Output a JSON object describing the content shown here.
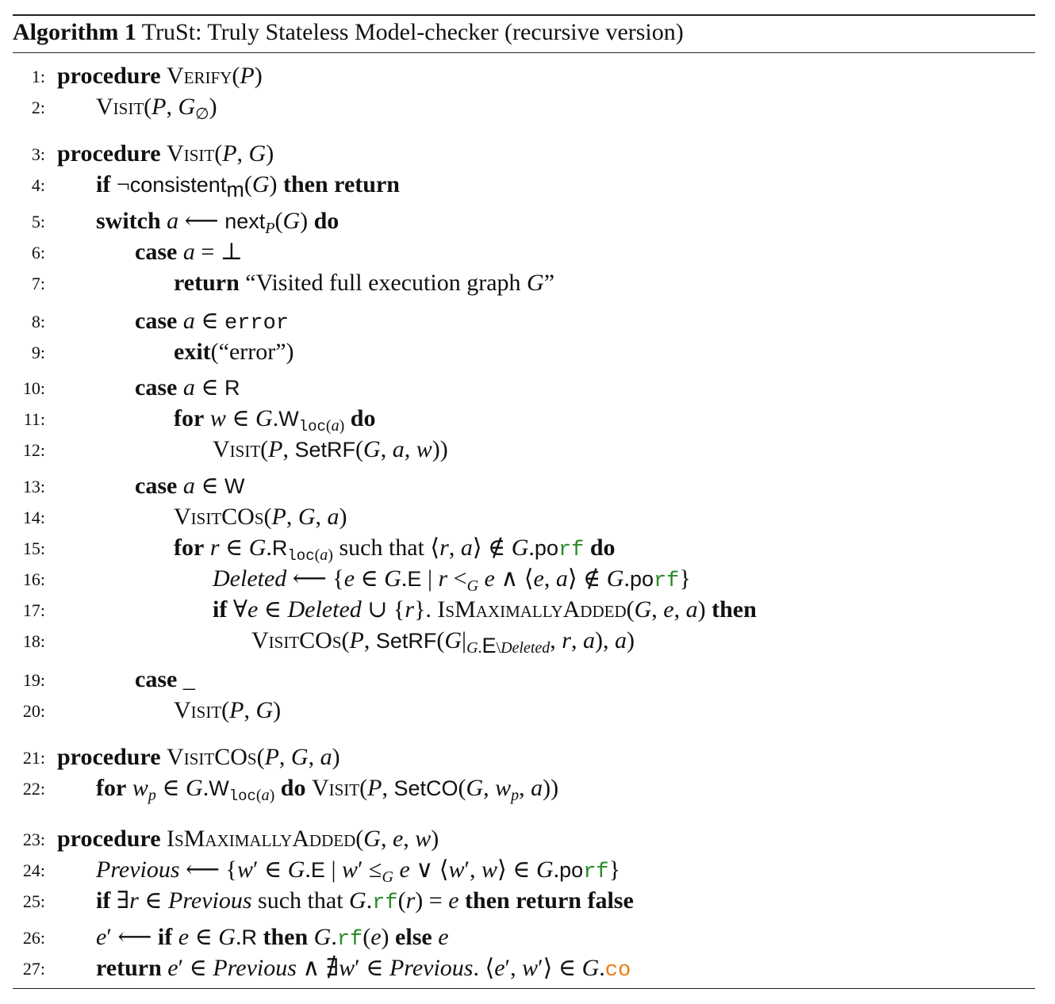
{
  "caption": {
    "label": "Algorithm 1",
    "title": "TruSt: Truly Stateless Model-checker (recursive version)"
  },
  "lines": [
    {
      "n": "1:",
      "indent": 0,
      "html": "<span class='kw'>procedure</span> <span class='sc'>Verify</span>(<span class='it'>P</span>)"
    },
    {
      "n": "2:",
      "indent": 1,
      "html": "<span class='sc'>Visit</span>(<span class='it'>P</span>, <span class='it'>G</span><sub>∅</sub>)"
    },
    {
      "n": "3:",
      "indent": 0,
      "html": "<span class='kw'>procedure</span> <span class='sc'>Visit</span>(<span class='it'>P</span>, <span class='it'>G</span>)"
    },
    {
      "n": "4:",
      "indent": 1,
      "html": "<span class='kw'>if</span> ¬<span class='sf'>consistent</span><sub><span class='sf'>m</span></sub>(<span class='it'>G</span>) <span class='kw'>then return</span>"
    },
    {
      "n": "5:",
      "indent": 1,
      "html": "<span class='kw'>switch</span> <span class='it'>a</span> ⟵ <span class='sf'>next</span><sub class='it'>P</sub>(<span class='it'>G</span>) <span class='kw'>do</span>"
    },
    {
      "n": "6:",
      "indent": 2,
      "html": "<span class='kw'>case</span> <span class='it'>a</span> = ⊥"
    },
    {
      "n": "7:",
      "indent": 3,
      "html": "<span class='kw'>return</span> “Visited full execution graph <span class='it'>G</span>”"
    },
    {
      "n": "8:",
      "indent": 2,
      "html": "<span class='kw'>case</span> <span class='it'>a</span> ∈ <span class='tt'>error</span>"
    },
    {
      "n": "9:",
      "indent": 3,
      "html": "<span class='kw'>exit</span>(“error”)"
    },
    {
      "n": "10:",
      "indent": 2,
      "html": "<span class='kw'>case</span> <span class='it'>a</span> ∈ <span class='sf'>R</span>"
    },
    {
      "n": "11:",
      "indent": 3,
      "html": "<span class='kw'>for</span> <span class='it'>w</span> ∈ <span class='it'>G</span>.<span class='sf'>W</span><sub><span class='tt'>loc</span>(<span class='it'>a</span>)</sub> <span class='kw'>do</span>"
    },
    {
      "n": "12:",
      "indent": 4,
      "html": "<span class='sc'>Visit</span>(<span class='it'>P</span>, <span class='sf'>SetRF</span>(<span class='it'>G</span>, <span class='it'>a</span>, <span class='it'>w</span>))"
    },
    {
      "n": "13:",
      "indent": 2,
      "html": "<span class='kw'>case</span> <span class='it'>a</span> ∈ <span class='sf'>W</span>"
    },
    {
      "n": "14:",
      "indent": 3,
      "html": "<span class='sc'>VisitCOs</span>(<span class='it'>P</span>, <span class='it'>G</span>, <span class='it'>a</span>)"
    },
    {
      "n": "15:",
      "indent": 3,
      "html": "<span class='kw'>for</span> <span class='it'>r</span> ∈ <span class='it'>G</span>.<span class='sf'>R</span><sub><span class='tt'>loc</span>(<span class='it'>a</span>)</sub> such that ⟨<span class='it'>r</span>, <span class='it'>a</span>⟩ ∉ <span class='it'>G</span>.<span class='sf'>po</span><span class='tt green'>rf</span> <span class='kw'>do</span>"
    },
    {
      "n": "16:",
      "indent": 4,
      "html": "<span class='it'>Deleted</span> ⟵ {<span class='it'>e</span> ∈ <span class='it'>G</span>.<span class='sf'>E</span> | <span class='it'>r</span> &lt;<sub class='it'>G</sub> <span class='it'>e</span> ∧ ⟨<span class='it'>e</span>, <span class='it'>a</span>⟩ ∉ <span class='it'>G</span>.<span class='sf'>po</span><span class='tt green'>rf</span>}"
    },
    {
      "n": "17:",
      "indent": 4,
      "html": "<span class='kw'>if</span> ∀<span class='it'>e</span> ∈ <span class='it'>Deleted</span> ∪ {<span class='it'>r</span>}. <span class='sc'>IsMaximallyAdded</span>(<span class='it'>G</span>, <span class='it'>e</span>, <span class='it'>a</span>) <span class='kw'>then</span>"
    },
    {
      "n": "18:",
      "indent": 5,
      "html": "<span class='sc'>VisitCOs</span>(<span class='it'>P</span>, <span class='sf'>SetRF</span>(<span class='it'>G</span>|<sub><span class='it'>G</span>.<span class='sf'>E</span>\\<span class='it'>Deleted</span></sub>, <span class='it'>r</span>, <span class='it'>a</span>), <span class='it'>a</span>)"
    },
    {
      "n": "19:",
      "indent": 2,
      "html": "<span class='kw'>case</span> _"
    },
    {
      "n": "20:",
      "indent": 3,
      "html": "<span class='sc'>Visit</span>(<span class='it'>P</span>, <span class='it'>G</span>)"
    },
    {
      "n": "21:",
      "indent": 0,
      "html": "<span class='kw'>procedure</span> <span class='sc'>VisitCOs</span>(<span class='it'>P</span>, <span class='it'>G</span>, <span class='it'>a</span>)"
    },
    {
      "n": "22:",
      "indent": 1,
      "html": "<span class='kw'>for</span> <span class='it'>w</span><sub class='it'>p</sub> ∈ <span class='it'>G</span>.<span class='sf'>W</span><sub><span class='tt'>loc</span>(<span class='it'>a</span>)</sub> <span class='kw'>do</span> <span class='sc'>Visit</span>(<span class='it'>P</span>, <span class='sf'>SetCO</span>(<span class='it'>G</span>, <span class='it'>w</span><sub class='it'>p</sub>, <span class='it'>a</span>))"
    },
    {
      "n": "23:",
      "indent": 0,
      "html": "<span class='kw'>procedure</span> <span class='sc'>IsMaximallyAdded</span>(<span class='it'>G</span>, <span class='it'>e</span>, <span class='it'>w</span>)"
    },
    {
      "n": "24:",
      "indent": 1,
      "html": "<span class='it'>Previous</span> ⟵ {<span class='it'>w</span>′ ∈ <span class='it'>G</span>.<span class='sf'>E</span> | <span class='it'>w</span>′ ≤<sub class='it'>G</sub> <span class='it'>e</span> ∨ ⟨<span class='it'>w</span>′, <span class='it'>w</span>⟩ ∈ <span class='it'>G</span>.<span class='sf'>po</span><span class='tt green'>rf</span>}"
    },
    {
      "n": "25:",
      "indent": 1,
      "html": "<span class='kw'>if</span> ∃<span class='it'>r</span> ∈ <span class='it'>Previous</span> such that <span class='it'>G</span>.<span class='tt green'>rf</span>(<span class='it'>r</span>) = <span class='it'>e</span> <span class='kw'>then return false</span>"
    },
    {
      "n": "26:",
      "indent": 1,
      "html": "<span class='it'>e</span>′ ⟵ <span class='kw'>if</span> <span class='it'>e</span> ∈ <span class='it'>G</span>.<span class='sf'>R</span> <span class='kw'>then</span> <span class='it'>G</span>.<span class='tt green'>rf</span>(<span class='it'>e</span>) <span class='kw'>else</span> <span class='it'>e</span>"
    },
    {
      "n": "27:",
      "indent": 1,
      "html": "<span class='kw'>return</span> <span class='it'>e</span>′ ∈ <span class='it'>Previous</span> ∧ ∄<span class='it'>w</span>′ ∈ <span class='it'>Previous</span>. ⟨<span class='it'>e</span>′, <span class='it'>w</span>′⟩ ∈ <span class='it'>G</span>.<span class='tt orange'>co</span>"
    }
  ]
}
